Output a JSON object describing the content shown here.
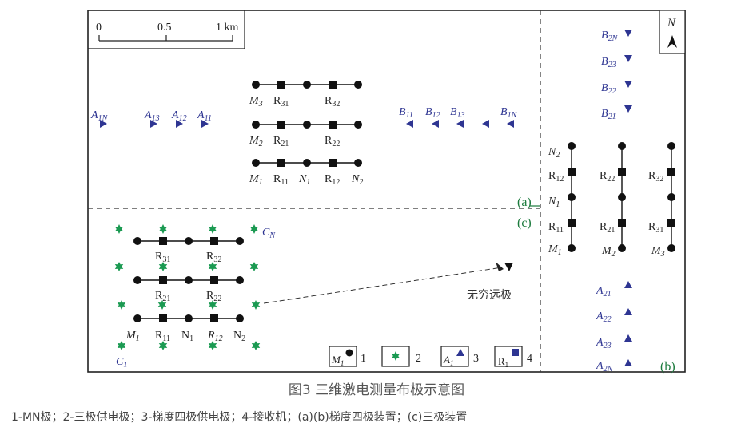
{
  "scale_bar": {
    "ticks": [
      "0",
      "0.5",
      "1 km"
    ]
  },
  "north": "N",
  "section_labels": {
    "a": "(a)",
    "b": "(b)",
    "c": "(c)"
  },
  "panel_a": {
    "A_row": [
      {
        "main": "A",
        "sub": "1N"
      },
      {
        "main": "A",
        "sub": "13"
      },
      {
        "main": "A",
        "sub": "12"
      },
      {
        "main": "A",
        "sub": "11"
      }
    ],
    "B_row": [
      {
        "main": "B",
        "sub": "11"
      },
      {
        "main": "B",
        "sub": "12"
      },
      {
        "main": "B",
        "sub": "13"
      },
      {
        "main": "B",
        "sub": "1N"
      }
    ],
    "lines": [
      {
        "M": {
          "main": "M",
          "sub": "3"
        },
        "R_left": {
          "main": "R",
          "sub": "31"
        },
        "R_right": {
          "main": "R",
          "sub": "32"
        }
      },
      {
        "M": {
          "main": "M",
          "sub": "2"
        },
        "R_left": {
          "main": "R",
          "sub": "21"
        },
        "R_right": {
          "main": "R",
          "sub": "22"
        }
      },
      {
        "M": {
          "main": "M",
          "sub": "1"
        },
        "R_left": {
          "main": "R",
          "sub": "11"
        },
        "N1": {
          "main": "N",
          "sub": "1"
        },
        "R_right": {
          "main": "R",
          "sub": "12"
        },
        "N2": {
          "main": "N",
          "sub": "2"
        }
      }
    ]
  },
  "panel_b": {
    "B_col": [
      {
        "main": "B",
        "sub": "2N"
      },
      {
        "main": "B",
        "sub": "23"
      },
      {
        "main": "B",
        "sub": "22"
      },
      {
        "main": "B",
        "sub": "21"
      }
    ],
    "A_col": [
      {
        "main": "A",
        "sub": "21"
      },
      {
        "main": "A",
        "sub": "22"
      },
      {
        "main": "A",
        "sub": "23"
      },
      {
        "main": "A",
        "sub": "2N"
      }
    ],
    "col1": {
      "N2": {
        "main": "N",
        "sub": "2"
      },
      "R_top": {
        "main": "R",
        "sub": "12"
      },
      "N1": {
        "main": "N",
        "sub": "1"
      },
      "R_bot": {
        "main": "R",
        "sub": "11"
      },
      "M": {
        "main": "M",
        "sub": "1"
      }
    },
    "col2": {
      "R_top": {
        "main": "R",
        "sub": "22"
      },
      "R_bot": {
        "main": "R",
        "sub": "21"
      },
      "M": {
        "main": "M",
        "sub": "2"
      }
    },
    "col3": {
      "R_top": {
        "main": "R",
        "sub": "32"
      },
      "R_bot": {
        "main": "R",
        "sub": "31"
      },
      "M": {
        "main": "M",
        "sub": "3"
      }
    }
  },
  "panel_c": {
    "C_N": {
      "main": "C",
      "sub": "N"
    },
    "C_1": {
      "main": "C",
      "sub": "1"
    },
    "infinity_label": "无穷远极",
    "lines": [
      {
        "R_left": {
          "main": "R",
          "sub": "31"
        },
        "R_right": {
          "main": "R",
          "sub": "32"
        }
      },
      {
        "R_left": {
          "main": "R",
          "sub": "21"
        },
        "R_right": {
          "main": "R",
          "sub": "22"
        }
      },
      {
        "M": {
          "main": "M",
          "sub": "1"
        },
        "R_left": {
          "main": "R",
          "sub": "11"
        },
        "N1": {
          "main": "N",
          "sub": "1"
        },
        "R_right": {
          "main": "R",
          "sub": "12"
        },
        "N2": {
          "main": "N",
          "sub": "2"
        }
      }
    ]
  },
  "legend": [
    {
      "symbol": "electrode",
      "inner": {
        "main": "M",
        "sub": "1"
      },
      "num": "1"
    },
    {
      "symbol": "star",
      "inner": null,
      "num": "2"
    },
    {
      "symbol": "triangle",
      "inner": {
        "main": "A",
        "sub": "1"
      },
      "num": "3"
    },
    {
      "symbol": "square",
      "inner": {
        "main": "R",
        "sub": "1"
      },
      "num": "4"
    }
  ],
  "colors": {
    "blue": "#2e3592",
    "green": "#1b7a3c",
    "black": "#111111"
  },
  "caption": {
    "title": "图3 三维激电测量布极示意图",
    "legend_text": "1-MN极；2-三极供电极；3-梯度四极供电极；4-接收机；(a)(b)梯度四极装置；(c)三极装置"
  }
}
